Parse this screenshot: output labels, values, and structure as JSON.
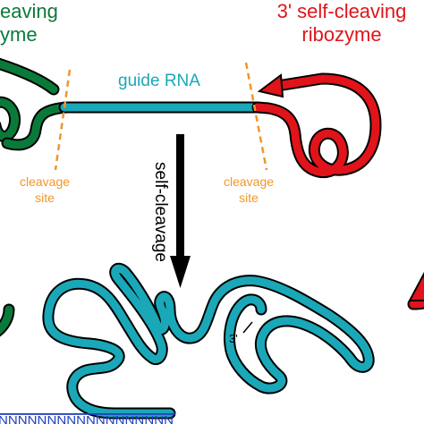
{
  "labels": {
    "left_ribozyme_line1": "eaving",
    "left_ribozyme_line2": "yme",
    "right_ribozyme_line1": "3' self-cleaving",
    "right_ribozyme_line2": "ribozyme",
    "guide_rna": "guide RNA",
    "cleavage_left_line1": "cleavage",
    "cleavage_left_line2": "site",
    "cleavage_right_line1": "cleavage",
    "cleavage_right_line2": "site",
    "self_cleavage": "self-cleavage",
    "three_prime": "3'",
    "bottom_sequence": "NNNNNNNNNNNNNNNNNN"
  },
  "colors": {
    "left_ribozyme": "#0a7a3a",
    "right_ribozyme": "#e0141a",
    "guide_rna": "#1aa8b8",
    "cleavage_marker": "#f0962a",
    "arrow": "#000000",
    "bottom_sequence": "#1f3fbf"
  }
}
